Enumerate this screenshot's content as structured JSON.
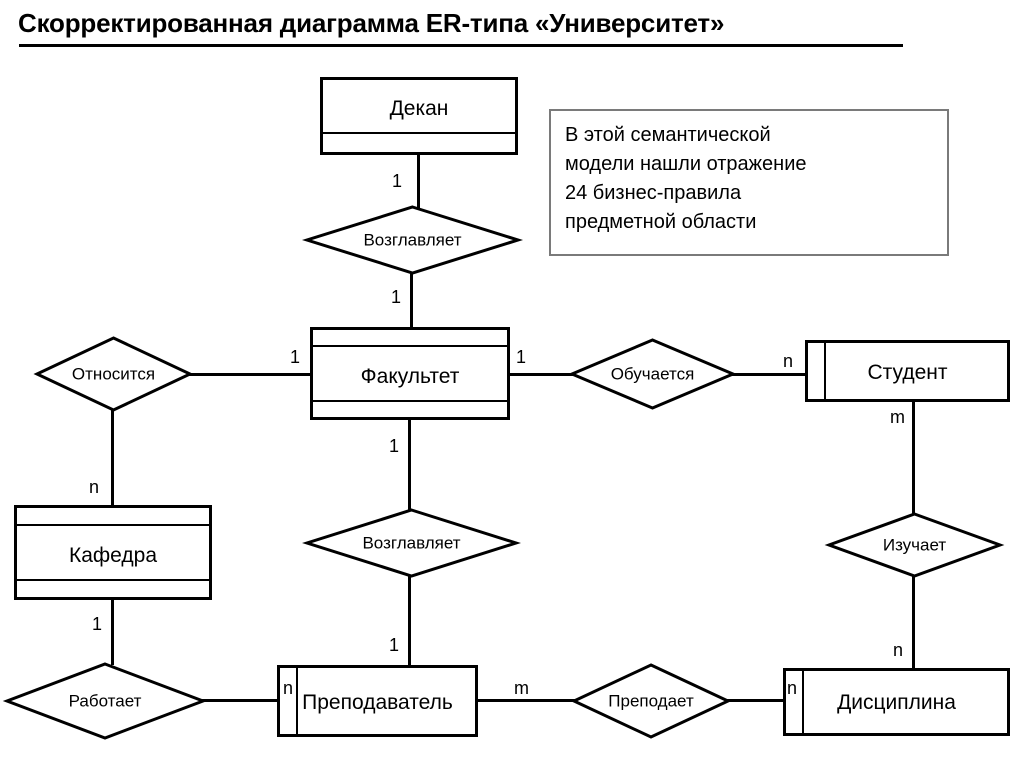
{
  "title": "Скорректированная диаграмма ER-типа «Университет»",
  "note": {
    "lines": [
      "В этой семантической",
      "модели нашли отражение",
      "24 бизнес-правила",
      "предметной области"
    ]
  },
  "entities": [
    {
      "id": "dekan",
      "label": "Декан"
    },
    {
      "id": "fakultet",
      "label": "Факультет"
    },
    {
      "id": "student",
      "label": "Студент"
    },
    {
      "id": "kafedra",
      "label": "Кафедра"
    },
    {
      "id": "prepodavatel",
      "label": "Преподаватель"
    },
    {
      "id": "disciplina",
      "label": "Дисциплина"
    }
  ],
  "relationships": [
    {
      "id": "vozglavlyaet-top",
      "label": "Возглавляет"
    },
    {
      "id": "otnositsya",
      "label": "Относится"
    },
    {
      "id": "obuchaetsya",
      "label": "Обучается"
    },
    {
      "id": "vozglavlyaet-bottom",
      "label": "Возглавляет"
    },
    {
      "id": "izuchaet",
      "label": "Изучает"
    },
    {
      "id": "rabotaet",
      "label": "Работает"
    },
    {
      "id": "prepodaet",
      "label": "Преподает"
    }
  ],
  "cardinalities": {
    "dekan_vozglavlyaet": "1",
    "vozglavlyaet_fakultet": "1",
    "otnositsya_fakultet": "1",
    "otnositsya_kafedra": "n",
    "fakultet_obuchaetsya": "1",
    "obuchaetsya_student": "n",
    "student_izuchaet": "m",
    "izuchaet_disciplina": "n",
    "fakultet_vozglavlyaet2": "1",
    "vozglavlyaet2_prepodavatel": "1",
    "kafedra_rabotaet": "1",
    "rabotaet_prepodavatel": "n",
    "prepodavatel_prepodaet": "m",
    "prepodaet_disciplina": "n"
  },
  "colors": {
    "stroke": "#000000",
    "background": "#ffffff",
    "note_border": "#7a7a7a"
  }
}
